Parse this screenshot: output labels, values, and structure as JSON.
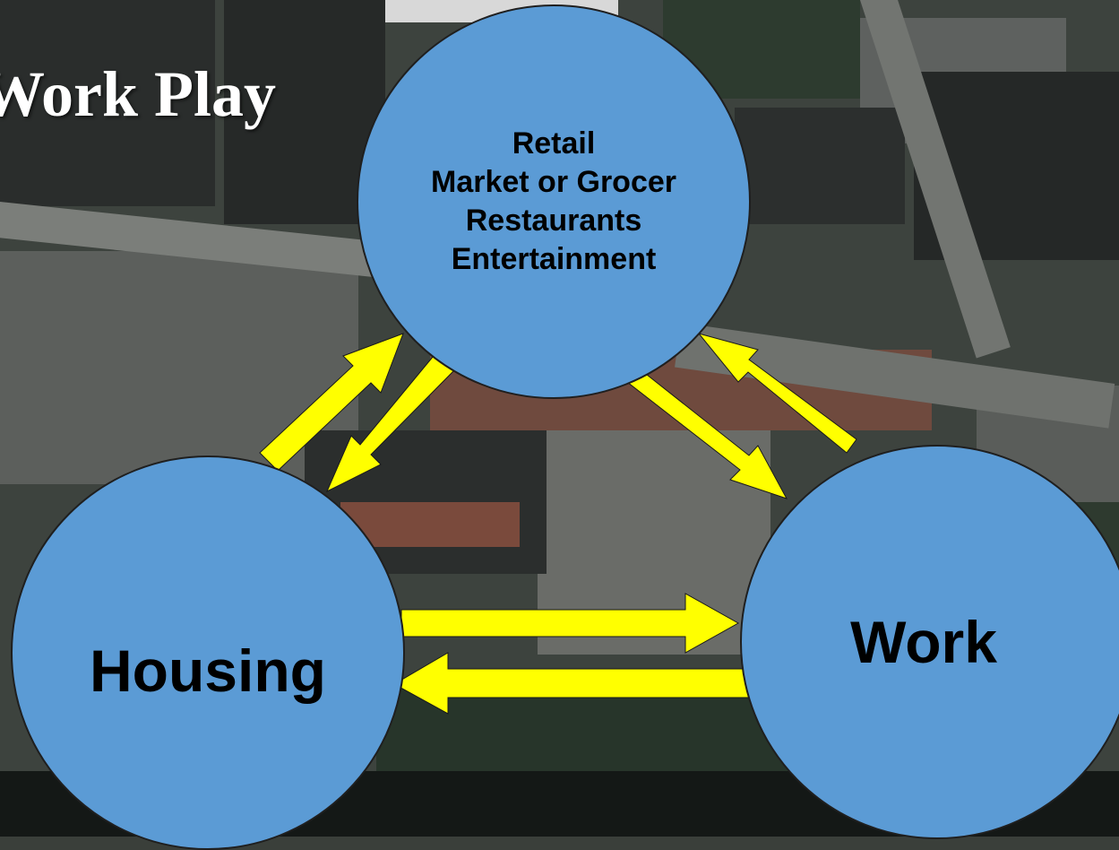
{
  "title": "Work Play",
  "nodes": {
    "retail": {
      "lines": [
        "Retail",
        "Market or Grocer",
        "Restaurants",
        "Entertainment"
      ]
    },
    "housing": {
      "label": "Housing"
    },
    "work": {
      "label": "Work"
    }
  },
  "colors": {
    "node_fill": "#5b9bd5",
    "arrow": "#ffff00",
    "title_text": "#ffffff"
  },
  "arrows": [
    {
      "from": "housing",
      "to": "retail"
    },
    {
      "from": "retail",
      "to": "housing"
    },
    {
      "from": "retail",
      "to": "work"
    },
    {
      "from": "work",
      "to": "retail"
    },
    {
      "from": "housing",
      "to": "work"
    },
    {
      "from": "work",
      "to": "housing"
    }
  ]
}
